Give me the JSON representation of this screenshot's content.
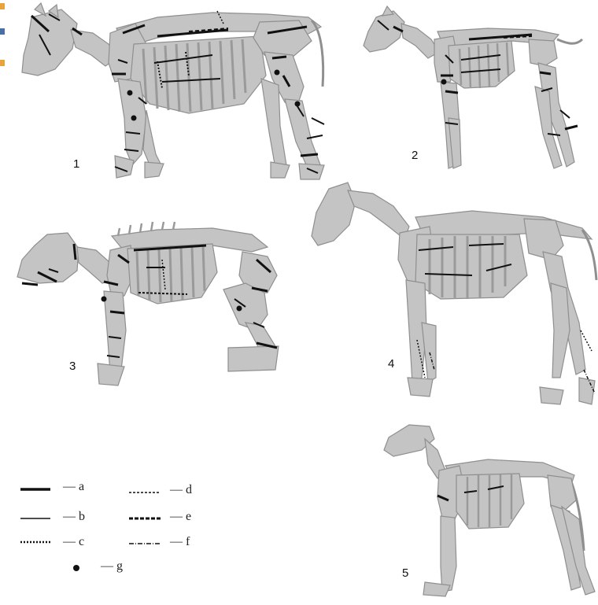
{
  "figure": {
    "skeletons": [
      {
        "id": "1",
        "label": "1"
      },
      {
        "id": "2",
        "label": "2"
      },
      {
        "id": "3",
        "label": "3"
      },
      {
        "id": "4",
        "label": "4"
      },
      {
        "id": "5",
        "label": "5"
      }
    ],
    "legend": [
      {
        "key": "a",
        "text": "— a",
        "style": "thick"
      },
      {
        "key": "b",
        "text": "— b",
        "style": "thin"
      },
      {
        "key": "c",
        "text": "— c",
        "style": "dotted"
      },
      {
        "key": "d",
        "text": "— d",
        "style": "dashed-fine"
      },
      {
        "key": "e",
        "text": "— e",
        "style": "dashed-thick"
      },
      {
        "key": "f",
        "text": "— f",
        "style": "dash-dot"
      },
      {
        "key": "g",
        "text": "— g",
        "style": "dot"
      }
    ],
    "colors": {
      "bone_fill": "#c4c4c4",
      "bone_stroke": "#8f8f8f",
      "mark": "#111111",
      "edge_orange": "#e8a33a",
      "edge_blue": "#4a6fa5"
    }
  }
}
